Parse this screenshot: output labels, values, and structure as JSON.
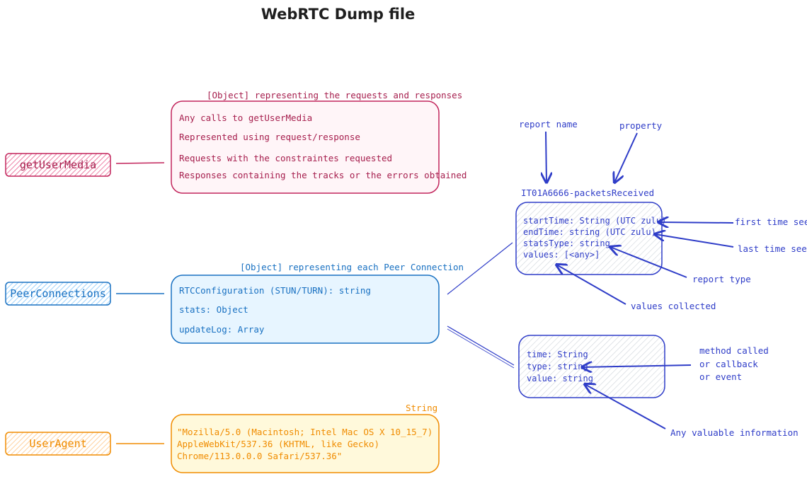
{
  "title": "WebRTC Dump file",
  "getusermedia": {
    "label": "getUserMedia",
    "caption": "[Object] representing the requests and responses",
    "lines": [
      "Any calls to getUserMedia",
      "Represented using request/response",
      "Requests with the constraintes requested",
      "Responses containing the tracks or the errors obtained"
    ],
    "color": "#c2255c"
  },
  "peerconnections": {
    "label": "PeerConnections",
    "caption": "[Object] representing each Peer Connection",
    "lines": [
      "RTCConfiguration (STUN/TURN): string",
      "stats: Object",
      "updateLog: Array"
    ],
    "color": "#1971c2"
  },
  "useragent": {
    "label": "UserAgent",
    "caption": "String",
    "lines": [
      "\"Mozilla/5.0 (Macintosh; Intel Mac OS X 10_15_7)",
      "AppleWebKit/537.36 (KHTML, like Gecko)",
      "Chrome/113.0.0.0 Safari/537.36\""
    ],
    "color": "#f08c00"
  },
  "stats": {
    "report_name_label": "report name",
    "property_label": "property",
    "key": "IT01A6666-packetsReceived",
    "lines": [
      "startTime: String (UTC zulu)",
      "endTime: string (UTC zulu)",
      "statsType: string",
      "values: [<any>]"
    ],
    "annotations": {
      "first_time_seen": "first time seen",
      "last_time_seen": "last time seen",
      "report_type": "report type",
      "values_collected": "values collected"
    },
    "color": "#2f3dc8"
  },
  "update_log": {
    "lines": [
      "time: String",
      "type: string",
      "value: string"
    ],
    "annotations": {
      "method_called": [
        "method called",
        "or callback",
        "or event"
      ],
      "any_valuable_information": "Any valuable information"
    }
  }
}
